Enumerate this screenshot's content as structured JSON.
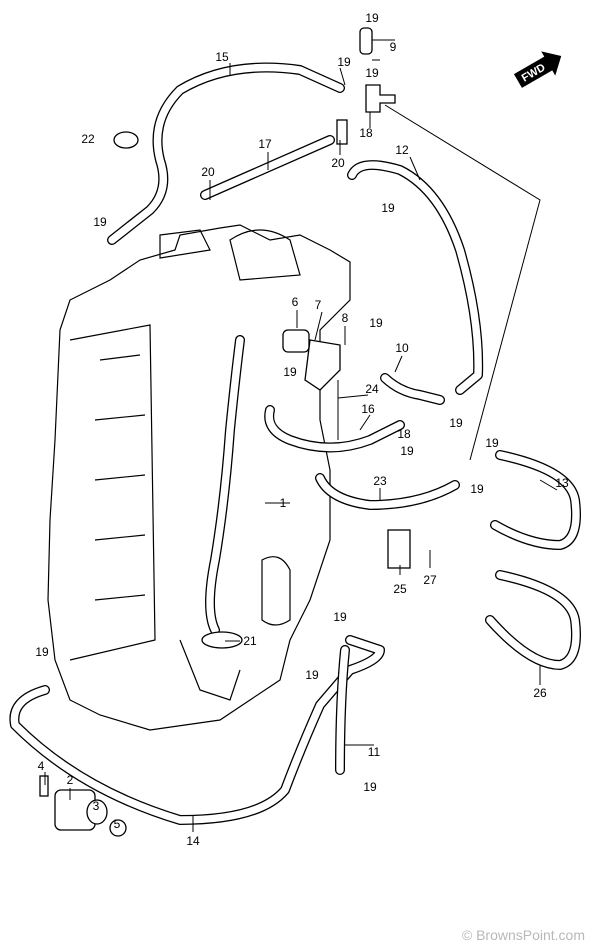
{
  "diagram": {
    "watermark": "© BrownsPoint.com",
    "direction_badge": "FWD",
    "callouts": [
      "19",
      "9",
      "19",
      "19",
      "15",
      "18",
      "22",
      "17",
      "20",
      "12",
      "20",
      "19",
      "19",
      "6",
      "7",
      "8",
      "19",
      "10",
      "19",
      "24",
      "16",
      "18",
      "19",
      "19",
      "19",
      "13",
      "23",
      "19",
      "1",
      "25",
      "27",
      "21",
      "19",
      "19",
      "19",
      "26",
      "11",
      "4",
      "2",
      "3",
      "5",
      "19",
      "14"
    ]
  }
}
